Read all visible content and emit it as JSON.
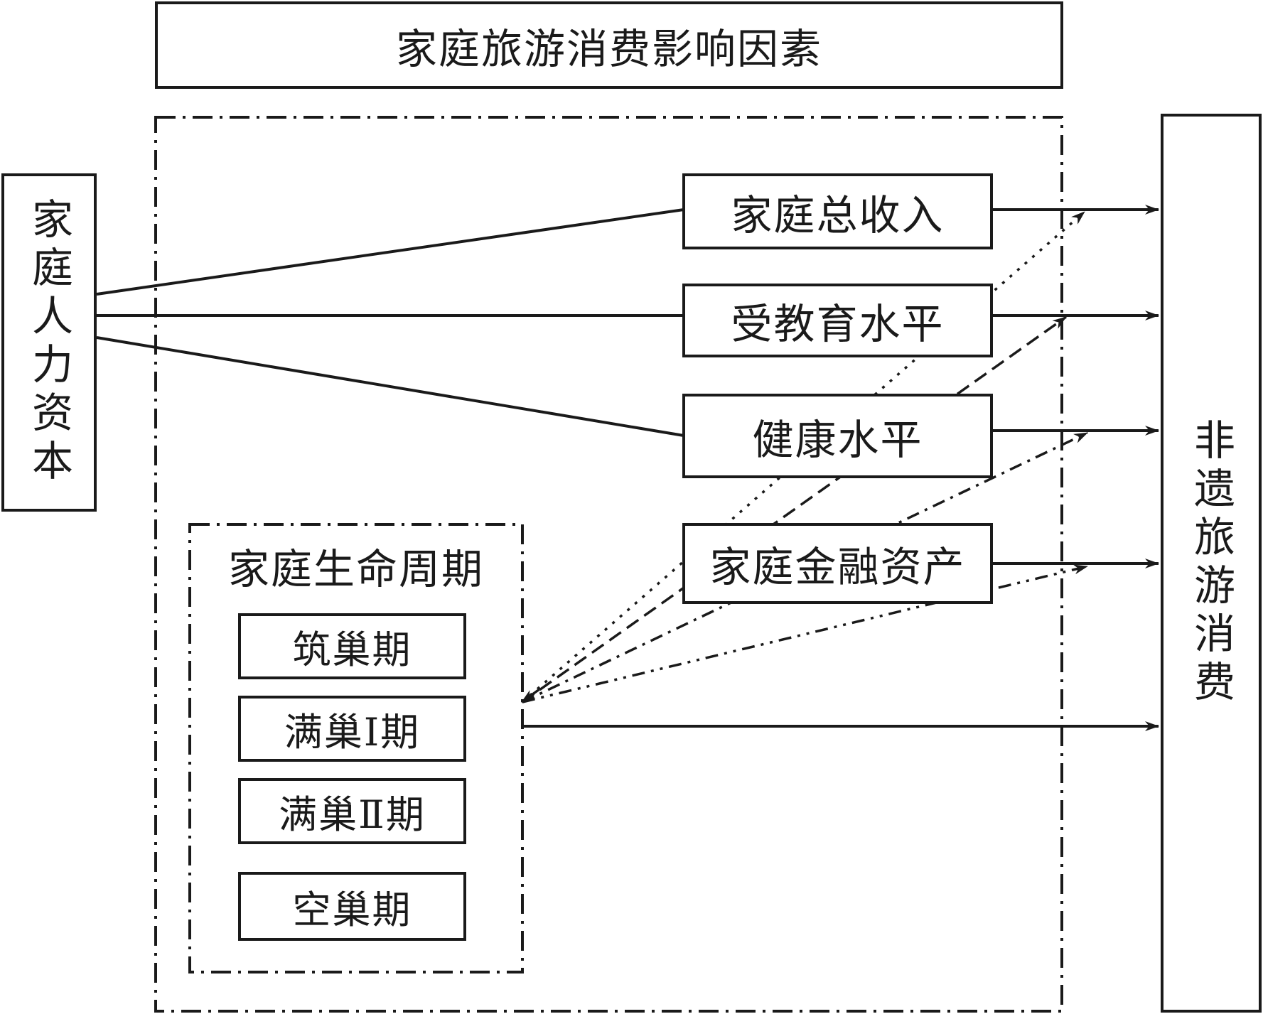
{
  "title": "家庭旅游消费影响因素",
  "left_node": "家庭人力资本",
  "right_node": "非遗旅游消费",
  "factors": {
    "income": "家庭总收入",
    "education": "受教育水平",
    "health": "健康水平",
    "financial": "家庭金融资产"
  },
  "lifecycle": {
    "title": "家庭生命周期",
    "stages": [
      "筑巢期",
      "满巢Ⅰ期",
      "满巢Ⅱ期",
      "空巢期"
    ]
  }
}
